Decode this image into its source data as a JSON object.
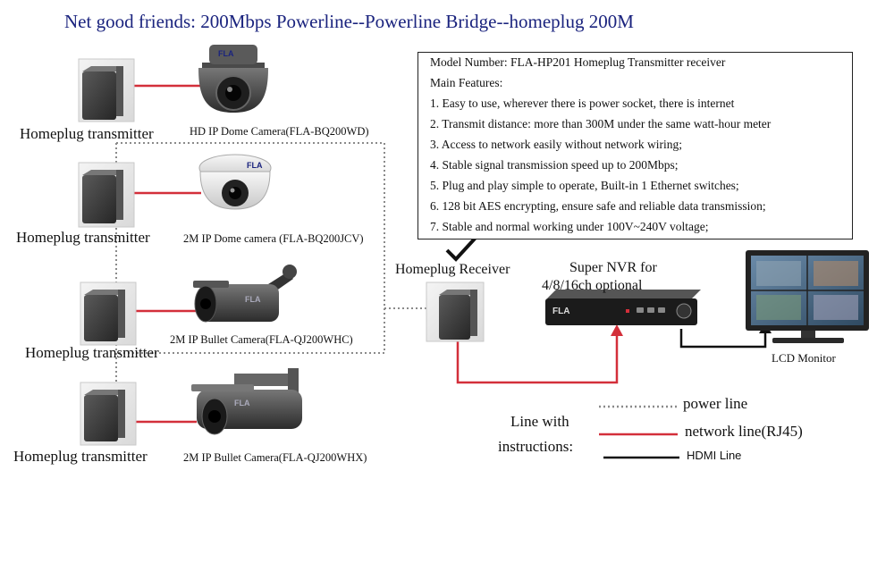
{
  "title": "Net good friends: 200Mbps Powerline--Powerline Bridge--homeplug 200M",
  "transmitters": [
    {
      "label": "Homeplug transmitter",
      "camera": "HD IP Dome Camera(FLA-BQ200WD)",
      "camera_badge": "FLA"
    },
    {
      "label": "Homeplug transmitter",
      "camera": "2M IP Dome camera (FLA-BQ200JCV)",
      "camera_badge": "FLA"
    },
    {
      "label": "Homeplug transmitter",
      "camera": "2M IP Bullet Camera(FLA-QJ200WHC)",
      "camera_badge": "FLA"
    },
    {
      "label": "Homeplug transmitter",
      "camera": "2M IP Bullet Camera(FLA-QJ200WHX)",
      "camera_badge": "FLA"
    }
  ],
  "receiver_label": "Homeplug Receiver",
  "nvr": {
    "title_line1": "Super NVR for",
    "title_line2": "4/8/16ch optional",
    "badge": "FLA"
  },
  "monitor_label": "LCD Monitor",
  "features": {
    "model": "Model Number: FLA-HP201 Homeplug Transmitter receiver",
    "heading": "Main Features:",
    "items": [
      "1.  Easy to use, wherever there is power socket, there is internet",
      "2.  Transmit distance: more than 300M under the same watt-hour meter",
      "3.  Access to network easily without network wiring;",
      "4.  Stable signal transmission speed up to 200Mbps;",
      "5.  Plug and play simple to operate, Built-in 1 Ethernet switches;",
      "6.  128 bit AES encrypting, ensure safe and reliable data transmission;",
      "7.  Stable and normal working under 100V~240V voltage;"
    ]
  },
  "legend": {
    "heading_line1": "Line with",
    "heading_line2": "instructions:",
    "power": "power line",
    "network": "network line(RJ45)",
    "hdmi": "HDMI Line"
  },
  "colors": {
    "title": "#1a237e",
    "network": "#d32f3a",
    "power": "#8a8a8a",
    "hdmi": "#111111",
    "device": "#3d3d3d"
  }
}
